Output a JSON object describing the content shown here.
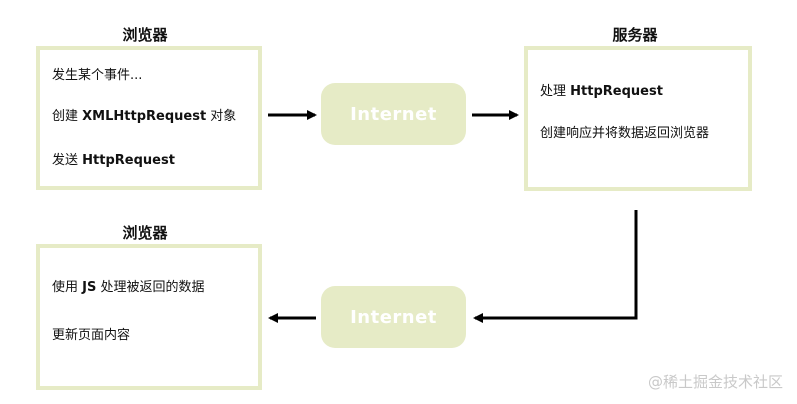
{
  "browser_top": {
    "title": "浏览器",
    "lines": [
      {
        "text": "发生某个事件..."
      },
      {
        "prefix": "创建 ",
        "bold": "XMLHttpRequest",
        "suffix": " 对象"
      },
      {
        "prefix": "发送 ",
        "bold": "HttpRequest",
        "suffix": ""
      }
    ]
  },
  "server": {
    "title": "服务器",
    "lines": [
      {
        "prefix": "处理 ",
        "bold": "HttpRequest",
        "suffix": ""
      },
      {
        "text": "创建响应并将数据返回浏览器"
      }
    ]
  },
  "browser_bottom": {
    "title": "浏览器",
    "lines": [
      {
        "prefix": "使用 ",
        "bold": "JS",
        "suffix": " 处理被返回的数据"
      },
      {
        "text": "更新页面内容"
      }
    ]
  },
  "internet_top": {
    "label": "Internet"
  },
  "internet_bottom": {
    "label": "Internet"
  },
  "watermark": "@稀土掘金技术社区",
  "colors": {
    "box_border": "#e6ebc6",
    "pill_fill": "#e6ebc6",
    "arrow": "#000000",
    "text": "#111111"
  }
}
